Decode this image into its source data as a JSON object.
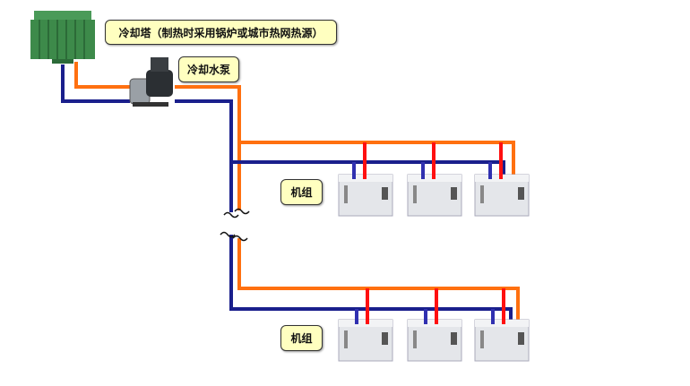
{
  "labels": {
    "cooling_tower": "冷却塔（制热时采用锅炉或城市热网热源）",
    "cooling_pump": "冷却水泵",
    "unit_group_upper": "机组",
    "unit_group_lower": "机组"
  },
  "colors": {
    "supply": "#ff7010",
    "return": "#1a1f8c",
    "branch_supply": "#ff1010",
    "branch_return": "#3030b0",
    "tower": "#3d8a4a",
    "label_bg": "#ffffc0"
  }
}
